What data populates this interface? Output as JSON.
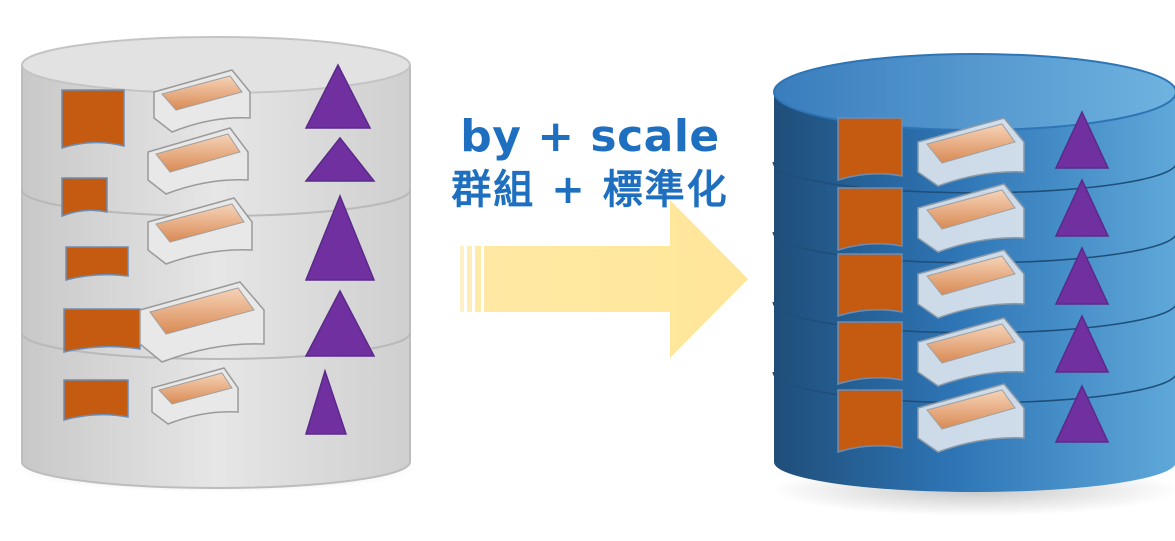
{
  "caption": {
    "line1": "by + scale",
    "line2": "群組 + 標準化"
  },
  "colors": {
    "text": "#1f6fc0",
    "doc": "#c55a11",
    "triangle": "#7030a0",
    "arrow": "#ffe699",
    "left_cylinder": "#d9d9d9",
    "right_cylinder": "#2e75b6"
  },
  "diagram": {
    "left_cylinder": {
      "label": "ungrouped-data",
      "rows": [
        {
          "doc": "large-doc",
          "tray": "tray",
          "triangle": "triangle"
        },
        {
          "doc": "small-doc",
          "tray": "tray",
          "triangle": "triangle"
        },
        {
          "doc": "wide-doc",
          "tray": "tray",
          "triangle": "triangle"
        },
        {
          "doc": "wide-doc",
          "tray": "large-tray",
          "triangle": "triangle"
        },
        {
          "doc": "doc",
          "tray": "small-tray",
          "triangle": "triangle"
        }
      ]
    },
    "right_cylinder": {
      "label": "grouped-scaled-data",
      "group_count": 5
    },
    "arrow": "transform-arrow-icon"
  }
}
